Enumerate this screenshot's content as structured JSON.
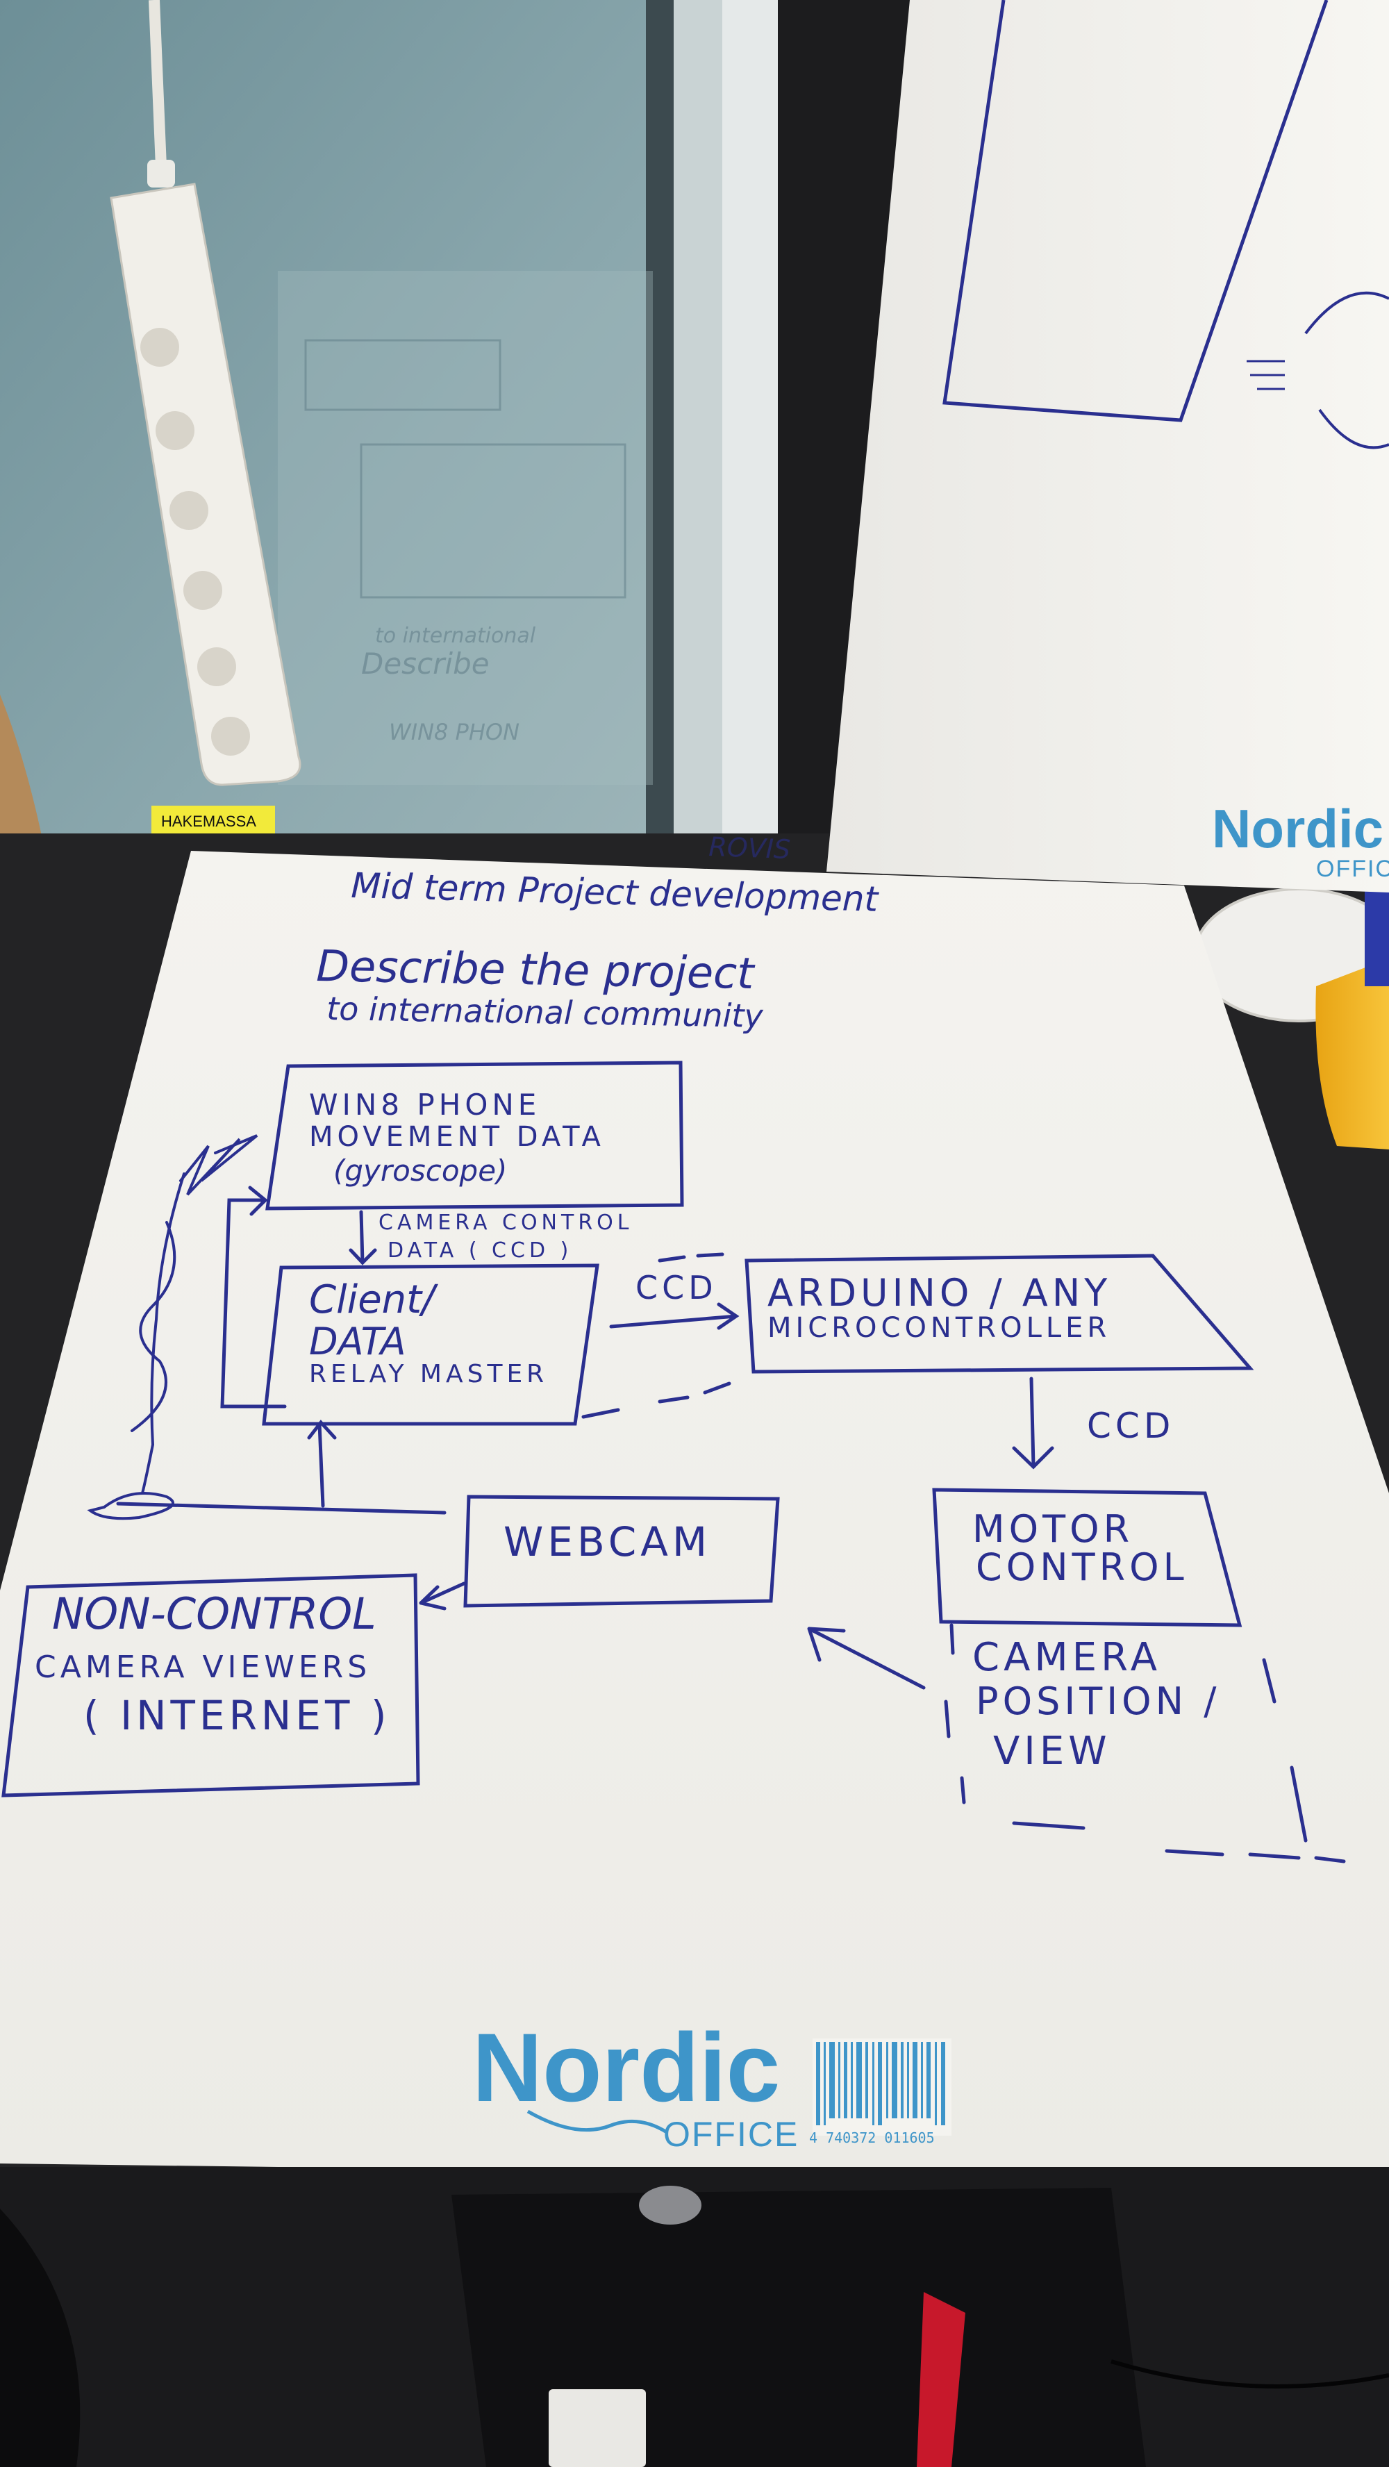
{
  "sticky_note": {
    "text": "HAKEMASSA"
  },
  "flipchart": {
    "corner_note": "ROVIS",
    "title": "Mid term    Project development",
    "subtitle_line1": "Describe    the    project",
    "subtitle_line2": "to  international   community"
  },
  "diagram": {
    "nodes": {
      "phone": [
        "WIN8   PHONE",
        "MOVEMENT  DATA",
        "(gyroscope)"
      ],
      "client": [
        "Client/",
        "DATA",
        "RELAY MASTER"
      ],
      "arduino": [
        "ARDUINO / ANY",
        "MICROCONTROLLER"
      ],
      "motor": [
        "MOTOR",
        "CONTROL"
      ],
      "webcam": [
        "WEBCAM"
      ],
      "viewers": [
        "NON-CONTROL",
        "CAMERA VIEWERS",
        "( INTERNET )"
      ],
      "camera_view": [
        "CAMERA",
        "POSITION /",
        "VIEW"
      ]
    },
    "edge_labels": {
      "phone_to_client": [
        "CAMERA  CONTROL",
        "DATA  ( CCD )"
      ],
      "client_to_arduino": "CCD",
      "arduino_to_motor": "CCD"
    }
  },
  "reflection_text": {
    "line1": "to  international",
    "line2": "Describe",
    "line3": "WIN8 PHON"
  },
  "branding": {
    "logo_main": "Nordic",
    "logo_sub": "OFFICE",
    "barcode_number": "4 740372 011605",
    "top_logo_main": "Nordic",
    "top_logo_sub": "OFFIC"
  },
  "colors": {
    "marker_ink": "#2a2f8f",
    "logo_blue": "#3e95c9",
    "paper": "#f6f5f1",
    "glass": "#7f9ea6",
    "sticky_note": "#f2ea3a"
  }
}
